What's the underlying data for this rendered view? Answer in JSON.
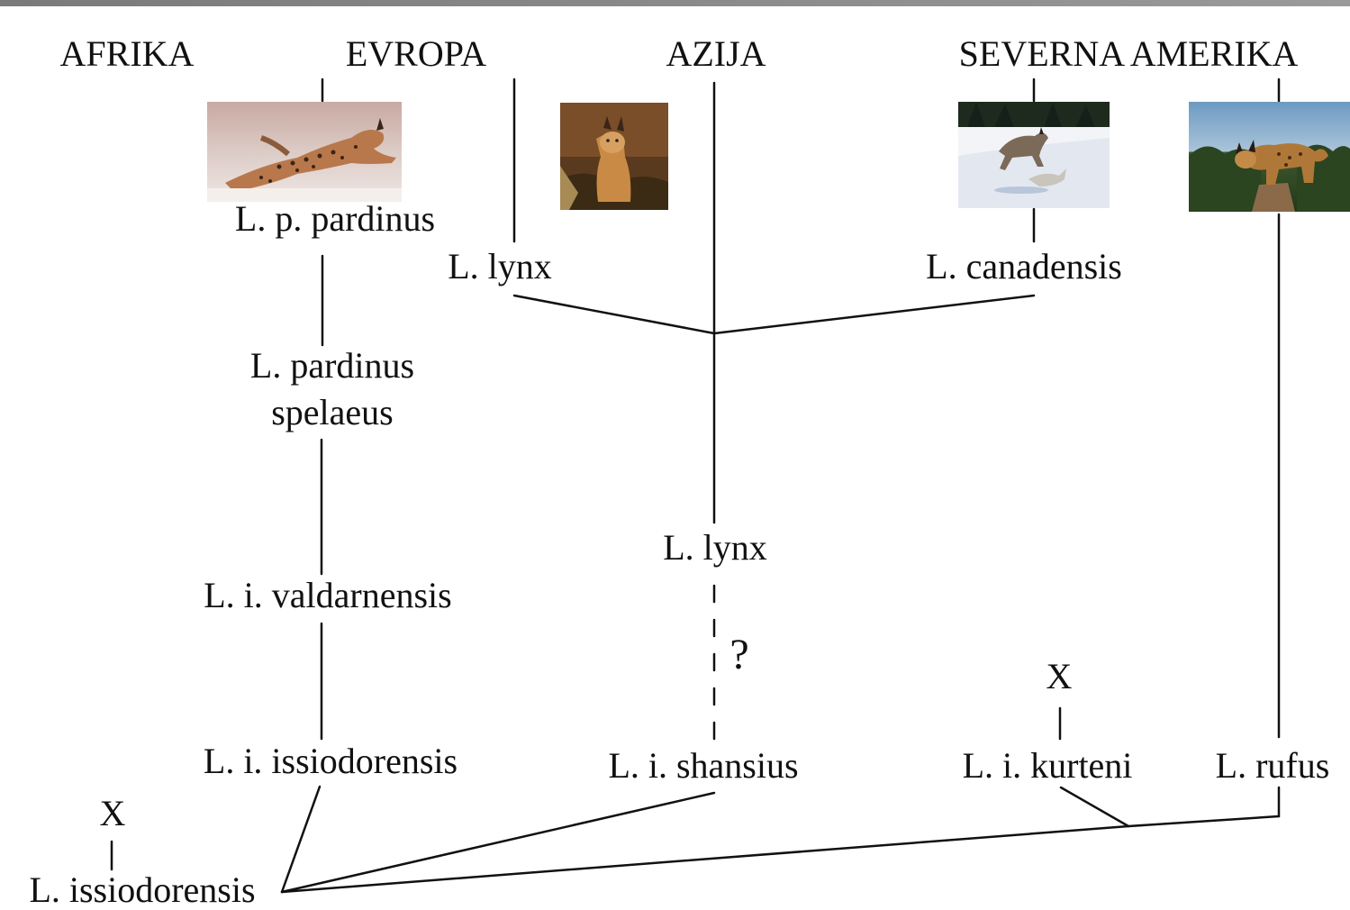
{
  "regions": {
    "africa": "AFRIKA",
    "europe": "EVROPA",
    "asia": "AZIJA",
    "north_america": "SEVERNA AMERIKA"
  },
  "taxa": {
    "l_p_pardinus": "L. p. pardinus",
    "l_lynx_europe": "L. lynx",
    "l_canadensis": "L. canadensis",
    "l_pardinus_spelaeus_line1": "L. pardinus",
    "l_pardinus_spelaeus_line2": "spelaeus",
    "l_lynx_asia": "L. lynx",
    "l_i_valdarnensis": "L. i. valdarnensis",
    "l_i_issiodorensis": "L. i. issiodorensis",
    "l_i_shansius": "L. i. shansius",
    "l_i_kurteni": "L. i. kurteni",
    "l_rufus": "L. rufus",
    "l_issiodorensis": "L. issiodorensis"
  },
  "markers": {
    "question": "?",
    "extinct_kurteni": "X",
    "extinct_issiodorensis": "X"
  },
  "photos": [
    {
      "name": "iberian-lynx-photo",
      "subject": "iberian lynx running"
    },
    {
      "name": "eurasian-lynx-photo",
      "subject": "eurasian lynx sitting"
    },
    {
      "name": "canada-lynx-photo",
      "subject": "canada lynx chasing hare in snow"
    },
    {
      "name": "bobcat-photo",
      "subject": "bobcat on tree stump"
    }
  ],
  "colors": {
    "line": "#111111",
    "background": "#ffffff",
    "top_bar": "#8a8a8a"
  }
}
